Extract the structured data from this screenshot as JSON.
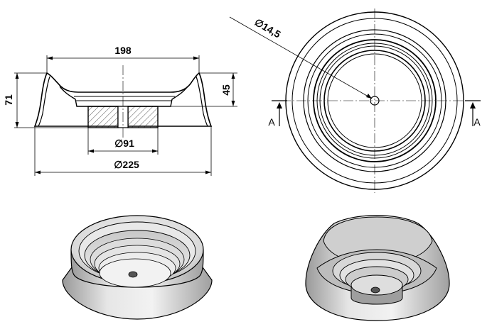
{
  "dimensions": {
    "top_width": "198",
    "overall_height": "71",
    "depth": "45",
    "inner_diameter": "∅91",
    "outer_diameter": "∅225",
    "hole_diameter": "∅14,5"
  },
  "section_marks": {
    "left": "A",
    "right": "A"
  }
}
